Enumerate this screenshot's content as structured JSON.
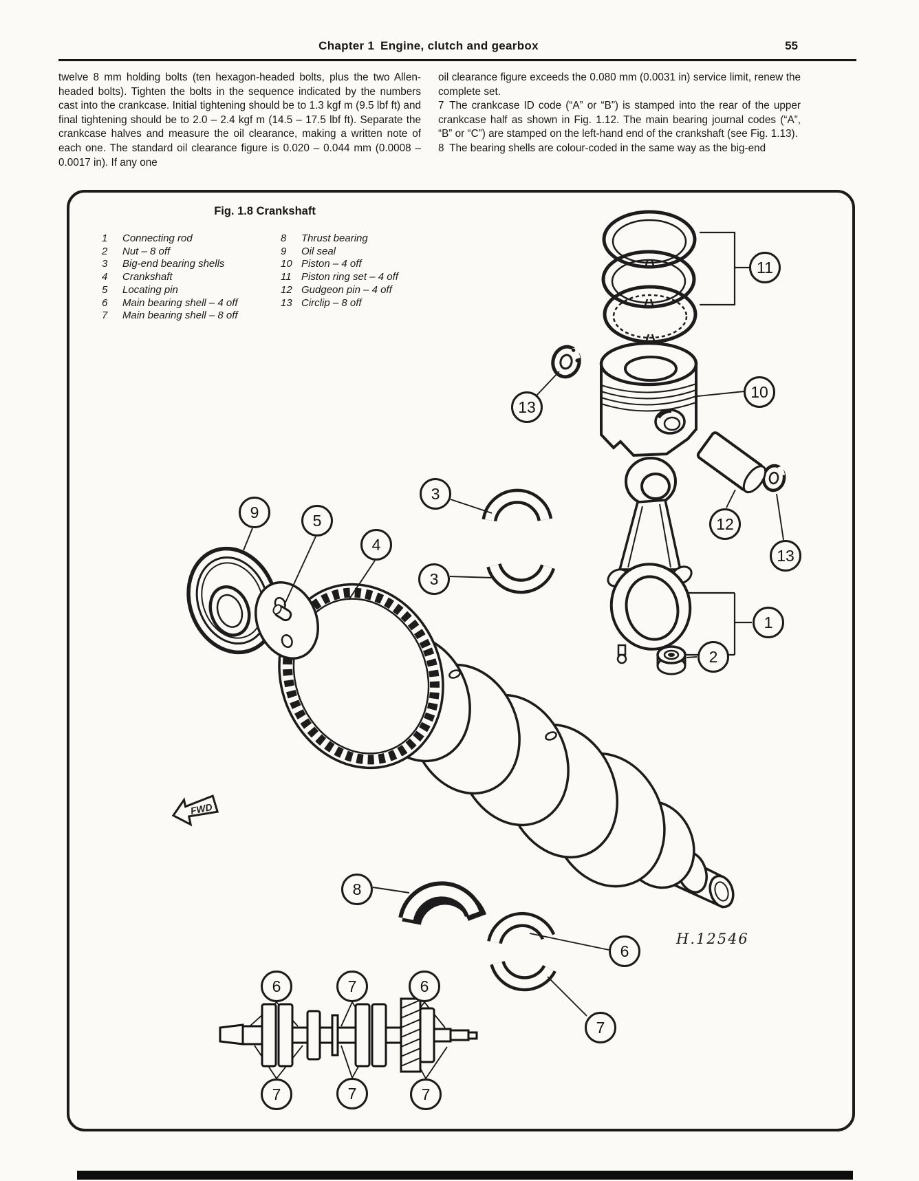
{
  "header": {
    "chapter": "Chapter 1 Engine, clutch and gearbox",
    "page_number": "55"
  },
  "body": {
    "left_column": "twelve 8 mm holding bolts (ten hexagon-headed bolts, plus the two Allen-headed bolts). Tighten the bolts in the sequence indicated by the numbers cast into the crankcase. Initial tightening should be to 1.3 kgf m (9.5 lbf ft) and final tightening should be to 2.0 – 2.4 kgf m (14.5 – 17.5 lbf ft). Separate the crankcase halves and measure the oil clearance, making a written note of each one. The standard oil clearance figure is 0.020 – 0.044 mm (0.0008 – 0.0017 in). If any one",
    "right_column": [
      "oil clearance figure exceeds the 0.080 mm (0.0031 in) service limit, renew the complete set.",
      "7 The crankcase ID code (“A” or “B”) is stamped into the rear of the upper crankcase half as shown in Fig. 1.12. The main bearing journal codes (“A”, “B” or “C”) are stamped on the left-hand end of the crankshaft (see Fig. 1.13).",
      "8 The bearing shells are colour-coded in the same way as the big-end"
    ]
  },
  "figure": {
    "title": "Fig. 1.8 Crankshaft",
    "legend_left": [
      {
        "num": "1",
        "label": "Connecting rod"
      },
      {
        "num": "2",
        "label": "Nut – 8 off"
      },
      {
        "num": "3",
        "label": "Big-end bearing shells"
      },
      {
        "num": "4",
        "label": "Crankshaft"
      },
      {
        "num": "5",
        "label": "Locating pin"
      },
      {
        "num": "6",
        "label": "Main bearing shell – 4 off"
      },
      {
        "num": "7",
        "label": "Main bearing shell – 8 off"
      }
    ],
    "legend_right": [
      {
        "num": "8",
        "label": "Thrust bearing"
      },
      {
        "num": "9",
        "label": "Oil seal"
      },
      {
        "num": "10",
        "label": "Piston – 4 off"
      },
      {
        "num": "11",
        "label": "Piston ring set – 4 off"
      },
      {
        "num": "12",
        "label": "Gudgeon pin – 4 off"
      },
      {
        "num": "13",
        "label": "Circlip – 8 off"
      }
    ],
    "fwd_label": "FWD",
    "drawing_ref": "H.12546",
    "callouts": [
      {
        "id": "piston-ring-set",
        "num": "11"
      },
      {
        "id": "piston",
        "num": "10"
      },
      {
        "id": "circlip-left",
        "num": "13"
      },
      {
        "id": "big-end-shell-upper",
        "num": "3"
      },
      {
        "id": "oil-seal",
        "num": "9"
      },
      {
        "id": "locating-pin",
        "num": "5"
      },
      {
        "id": "gudgeon-pin",
        "num": "12"
      },
      {
        "id": "crankshaft",
        "num": "4"
      },
      {
        "id": "circlip-right",
        "num": "13"
      },
      {
        "id": "big-end-shell-lower",
        "num": "3"
      },
      {
        "id": "connecting-rod",
        "num": "1"
      },
      {
        "id": "nut",
        "num": "2"
      },
      {
        "id": "thrust-bearing",
        "num": "8"
      },
      {
        "id": "main-shell-mid-6",
        "num": "6"
      },
      {
        "id": "main-shell-a-6",
        "num": "6"
      },
      {
        "id": "main-shell-b-7",
        "num": "7"
      },
      {
        "id": "main-shell-c-6",
        "num": "6"
      },
      {
        "id": "main-shell-mid-7",
        "num": "7"
      },
      {
        "id": "main-shell-d-7",
        "num": "7"
      },
      {
        "id": "main-shell-e-7",
        "num": "7"
      },
      {
        "id": "main-shell-f-7",
        "num": "7"
      }
    ]
  }
}
